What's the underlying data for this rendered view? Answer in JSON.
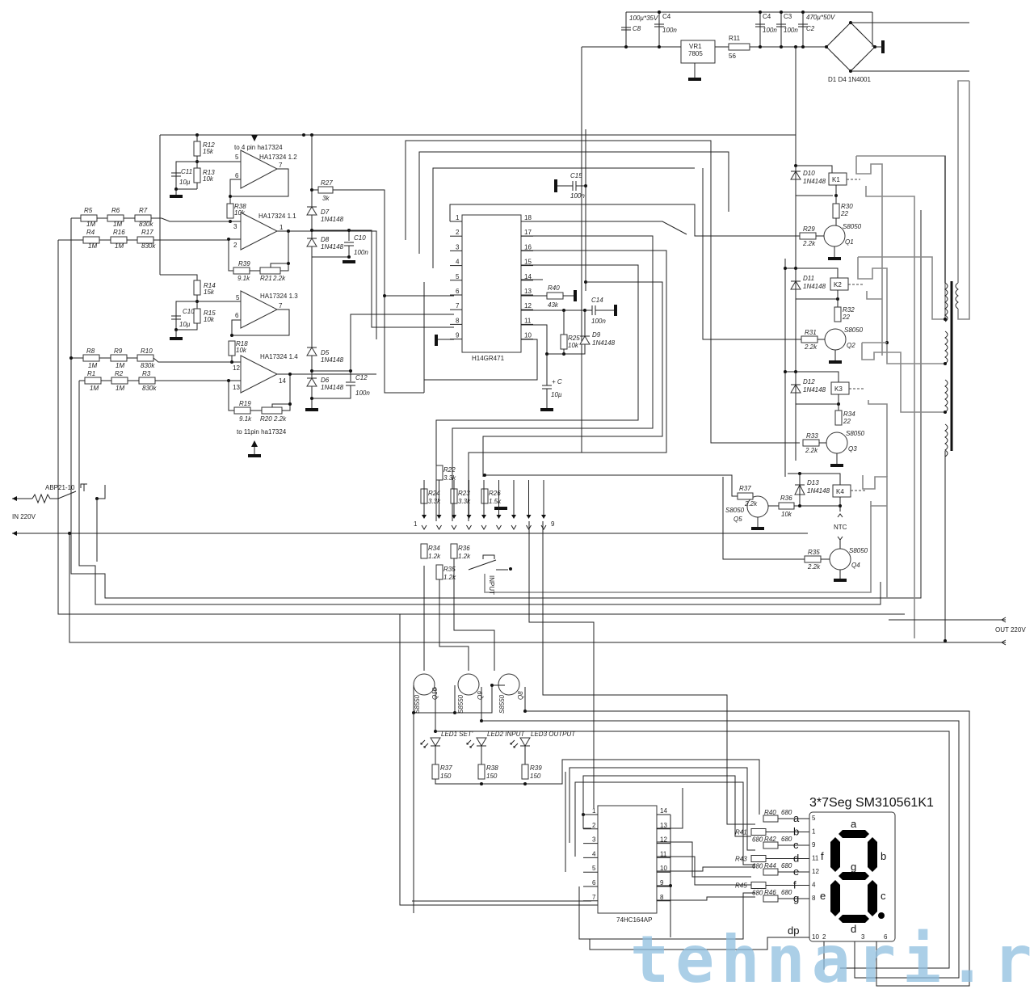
{
  "power_supply": {
    "c8": {
      "name": "C8",
      "value": "100µ*35V"
    },
    "c4a": {
      "name": "C4",
      "value": "100n"
    },
    "vr1": {
      "name": "VR1",
      "value": "7805"
    },
    "r11": {
      "name": "R11",
      "value": "56"
    },
    "c4b": {
      "name": "C4",
      "value": "100n"
    },
    "c3": {
      "name": "C3",
      "value": "100n"
    },
    "c2": {
      "name": "C2",
      "value": "470µ*50V"
    },
    "bridge": "D1 D4 1N4001"
  },
  "opamps": {
    "u12": "HA17324 1.2",
    "u11": "HA17324 1.1",
    "u13": "HA17324 1.3",
    "u14": "HA17324 1.4",
    "note_top": "to 4 pin ha17324",
    "note_bottom": "to 11pin ha17324"
  },
  "resistors": {
    "R12": "15k",
    "R13": "10k",
    "R38": "10k",
    "R5": "1M",
    "R6": "1M",
    "R7": "830k",
    "R4": "1M",
    "R16": "1M",
    "R17": "830k",
    "R39": "9.1k",
    "R21": "2.2k",
    "R14": "15k",
    "R15": "10k",
    "R18": "10k",
    "R8": "1M",
    "R9": "1M",
    "R10": "830k",
    "R1": "1M",
    "R2": "1M",
    "R3": "830k",
    "R19": "9.1k",
    "R20": "2.2k",
    "R27": "3k",
    "R40": "43k",
    "R25": "10k",
    "R30": "22",
    "R29": "2.2k",
    "R32": "22",
    "R31": "2.2k",
    "R34": "22",
    "R33": "2.2k",
    "R37": "2.2k",
    "R36": "10k",
    "R35": "2.2k",
    "R22": "3.3k",
    "R24": "3.3k",
    "R23": "3.3k",
    "R26": "1.5k",
    "R34b": "1.2k",
    "R36b": "1.2k",
    "R35b": "1.2k",
    "R37b": "150",
    "R38b": "150",
    "R39b": "150",
    "R41": "680",
    "R42": "680",
    "R43": "680",
    "R44": "680",
    "R45": "680",
    "R46": "680"
  },
  "capacitors": {
    "C11": "10µ",
    "C10a": "10µ",
    "C10": "100n",
    "C12": "100n",
    "C15": "100n",
    "C14": "100n",
    "C": "10µ"
  },
  "diodes": {
    "D7": "1N4148",
    "D8": "1N4148",
    "D5": "1N4148",
    "D6": "1N4148",
    "D9": "1N4148",
    "D10": "1N4148",
    "D11": "1N4148",
    "D12": "1N4148",
    "D13": "1N4148"
  },
  "transistors": {
    "Q1": "S8050",
    "Q2": "S8050",
    "Q3": "S8050",
    "Q4": "S8050",
    "Q5": "S8050",
    "Q10": "S8550",
    "Q9": "S8550",
    "Q8": "S8550"
  },
  "relays": [
    "K1",
    "K2",
    "K3",
    "K4"
  ],
  "mcu": {
    "name": "H14GR471",
    "left_pins": [
      "1",
      "2",
      "3",
      "4",
      "5",
      "6",
      "7",
      "8",
      "9"
    ],
    "right_pins": [
      "18",
      "17",
      "16",
      "15",
      "14",
      "13",
      "12",
      "11",
      "10"
    ]
  },
  "shift_register": {
    "name": "74HC164AP",
    "left_pins": [
      "1",
      "2",
      "3",
      "4",
      "5",
      "6",
      "7"
    ],
    "right_pins": [
      "14",
      "13",
      "12",
      "11",
      "10",
      "9",
      "8"
    ]
  },
  "connector": {
    "first": "1",
    "last": "9"
  },
  "labels": {
    "breaker": "ABP21-10",
    "in": "IN 220V",
    "out": "OUT 220V",
    "ntc": "NTC",
    "input_switch": "INPUT",
    "led1": "LED1 SET'",
    "led2": "LED2 INPUT",
    "led3": "LED3 OUTPUT"
  },
  "display": {
    "title": "3*7Seg SM310561K1",
    "segments": [
      "a",
      "b",
      "c",
      "d",
      "e",
      "f",
      "g"
    ],
    "dp": "dp",
    "pins_left": [
      "5",
      "1",
      "9",
      "11",
      "12",
      "4",
      "8",
      "10",
      "2"
    ],
    "pins_bottom": [
      "3",
      "6"
    ]
  },
  "watermark": "tehnari.ru"
}
